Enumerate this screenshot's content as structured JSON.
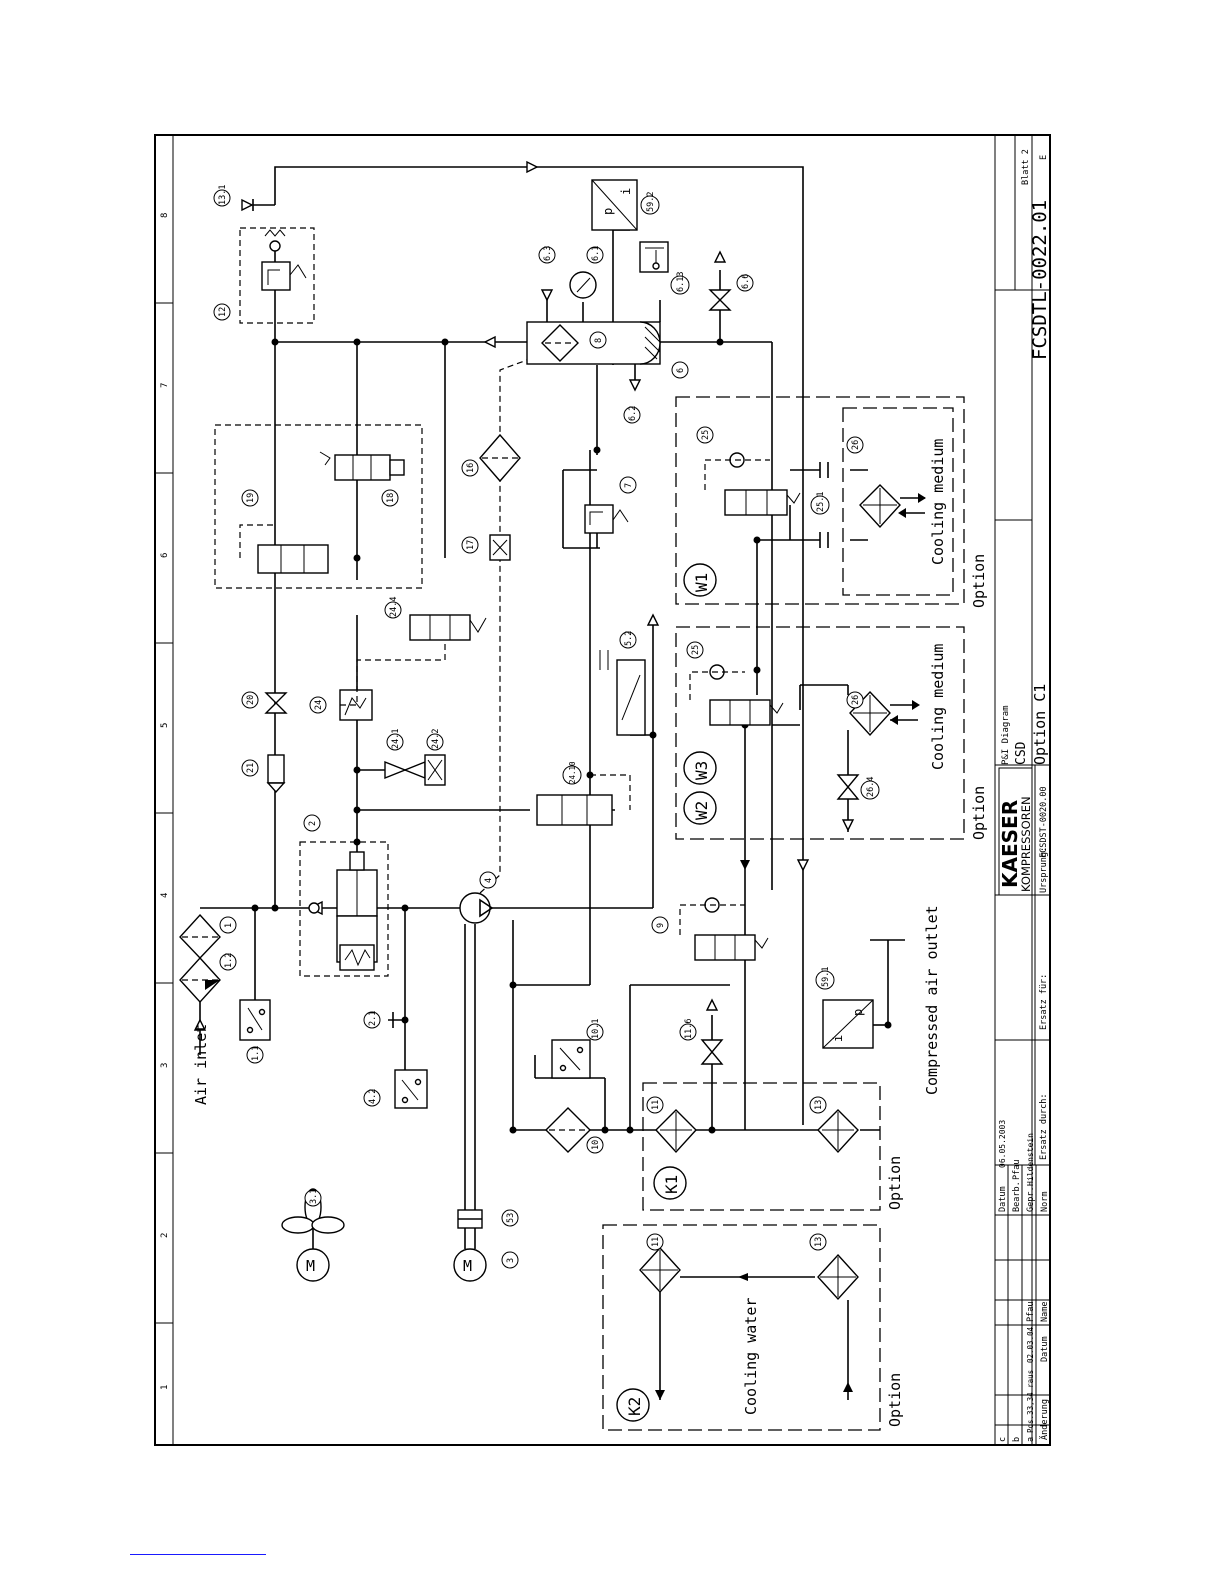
{
  "labels": {
    "air_inlet": "Air inlet",
    "compressed_air_outlet": "Compressed air outlet",
    "cooling_water": "Cooling water",
    "cooling_medium_1": "Cooling medium",
    "cooling_medium_2": "Cooling medium",
    "option_k2": "Option",
    "option_k1": "Option",
    "option_w2w3": "Option",
    "option_w1": "Option",
    "group_k2": "K2",
    "group_k1": "K1",
    "group_w2": "W2",
    "group_w3": "W3",
    "group_w1": "W1"
  },
  "bubbles": {
    "b_3_1": "3.1",
    "b_3": "3",
    "b_53": "53",
    "b_1_1": "1.1",
    "b_1_2": "1.2",
    "b_1": "1",
    "b_2": "2",
    "b_2_1": "2.1",
    "b_4_2": "4.2",
    "b_4": "4",
    "b_21": "21",
    "b_20": "20",
    "b_24": "24",
    "b_24_1": "24.1",
    "b_24_2": "24.2",
    "b_24_4": "24.4",
    "b_24_10": "24.10",
    "b_19": "19",
    "b_18": "18",
    "b_12": "12",
    "b_13_1": "13.1",
    "b_16": "16",
    "b_17": "17",
    "b_7": "7",
    "b_5_2": "5.2",
    "b_6_3": "6.3",
    "b_6_1": "6.1",
    "b_8": "8",
    "b_6": "6",
    "b_6_2": "6.2",
    "b_59_2": "59.2",
    "b_6_13": "6.13",
    "b_6_6": "6.6",
    "b_9": "9",
    "b_10_1": "10.1",
    "b_10": "10",
    "b_11": "11",
    "b_11_6": "11.6",
    "b_13": "13",
    "b_59_1": "59.1",
    "b_11_k2": "11",
    "b_13_k2": "13",
    "b_25_w1": "25",
    "b_25_1": "25.1",
    "b_26_w1": "26",
    "b_25_w2": "25",
    "b_26_w2": "26",
    "b_26_4": "26.4"
  },
  "symbol_text": {
    "motor_fan": "M",
    "motor_main": "M",
    "pi_59_2_p": "p",
    "pi_59_2_i": "i",
    "pi_59_1_i": "i",
    "pi_59_1_p": "p"
  },
  "grid_numbers": [
    "1",
    "2",
    "3",
    "4",
    "5",
    "6",
    "7",
    "8"
  ],
  "title_block": {
    "drawing_number": "FCSDTL-0022.01",
    "sheet": "Blatt 2",
    "sheet_letter": "E",
    "title_line1": "P&I Diagram",
    "title_line2": "CSD",
    "title_line3": "Option C1",
    "brand": "KAESER",
    "brand_sub": "KOMPRESSOREN",
    "origin_label": "Ursprung:",
    "origin_value": "FCSDST-0020.00",
    "replace_for": "Ersatz für:",
    "replaced_by": "Ersatz durch:",
    "datum_label": "Datum",
    "datum_value": "06.05.2003",
    "bearb_label": "Bearb.",
    "bearb_value": "Pfau",
    "gepr_label": "Gepr.",
    "gepr_value": "Hildenstein",
    "norm_label": "Norm",
    "rev_c": "c",
    "rev_b": "b",
    "rev_a": "a",
    "rev_a_text": "Pos.33,34 raus",
    "rev_a_date": "02.03.04",
    "rev_a_name": "Pfau",
    "change_label": "Änderung",
    "date_col": "Datum",
    "name_col": "Name"
  }
}
